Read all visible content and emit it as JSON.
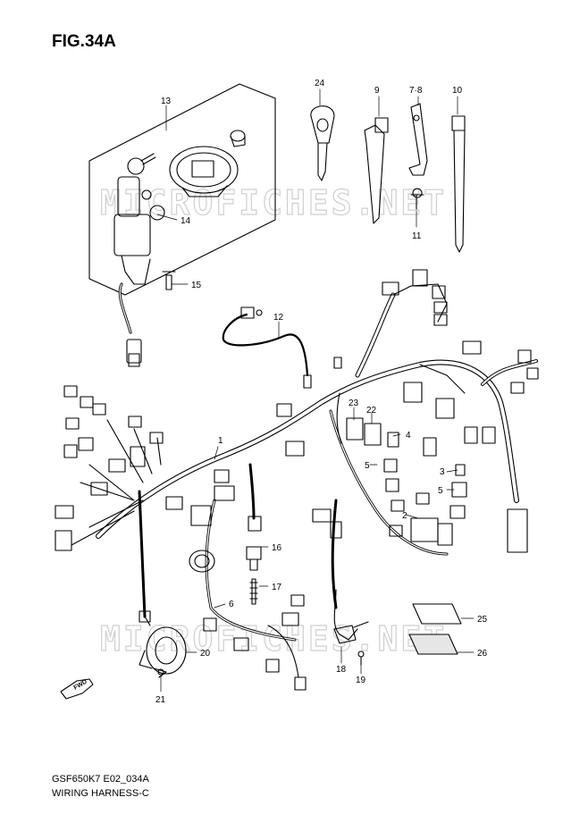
{
  "figure": {
    "title": "FIG.34A",
    "code": "GSF650K7 E02_034A",
    "name": "WIRING HARNESS-C",
    "watermark": "MICROFICHES.NET"
  },
  "callouts": [
    "1",
    "2",
    "3",
    "4",
    "5",
    "6",
    "7·8",
    "9",
    "10",
    "11",
    "12",
    "13",
    "14",
    "15",
    "16",
    "17",
    "18",
    "19",
    "20",
    "21",
    "22",
    "23",
    "24",
    "25",
    "26"
  ],
  "direction_badge": "FWD"
}
